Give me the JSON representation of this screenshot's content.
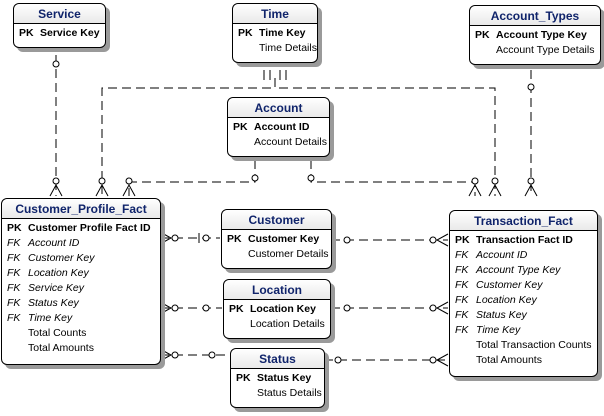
{
  "entities": {
    "service": {
      "title": "Service",
      "pk_tag": "PK",
      "pk": "Service Key",
      "attrs": []
    },
    "time": {
      "title": "Time",
      "pk_tag": "PK",
      "pk": "Time Key",
      "attrs": [
        "Time Details"
      ]
    },
    "account_types": {
      "title": "Account_Types",
      "pk_tag": "PK",
      "pk": "Account Type Key",
      "attrs": [
        "Account Type Details"
      ]
    },
    "account": {
      "title": "Account",
      "pk_tag": "PK",
      "pk": "Account ID",
      "attrs": [
        "Account Details"
      ]
    },
    "customer_profile_fact": {
      "title": "Customer_Profile_Fact",
      "pk_tag": "PK",
      "pk": "Customer Profile Fact ID",
      "fk_tag": "FK",
      "fks": [
        "Account ID",
        "Customer Key",
        "Location Key",
        "Service Key",
        "Status Key",
        "Time Key"
      ],
      "attrs": [
        "Total Counts",
        "Total Amounts"
      ]
    },
    "customer": {
      "title": "Customer",
      "pk_tag": "PK",
      "pk": "Customer Key",
      "attrs": [
        "Customer Details"
      ]
    },
    "location": {
      "title": "Location",
      "pk_tag": "PK",
      "pk": "Location Key",
      "attrs": [
        "Location Details"
      ]
    },
    "status": {
      "title": "Status",
      "pk_tag": "PK",
      "pk": "Status Key",
      "attrs": [
        "Status Details"
      ]
    },
    "transaction_fact": {
      "title": "Transaction_Fact",
      "pk_tag": "PK",
      "pk": "Transaction Fact ID",
      "fk_tag": "FK",
      "fks": [
        "Account ID",
        "Account Type Key",
        "Customer Key",
        "Location Key",
        "Status Key",
        "Time Key"
      ],
      "attrs": [
        "Total Transaction Counts",
        "Total Amounts"
      ]
    }
  }
}
